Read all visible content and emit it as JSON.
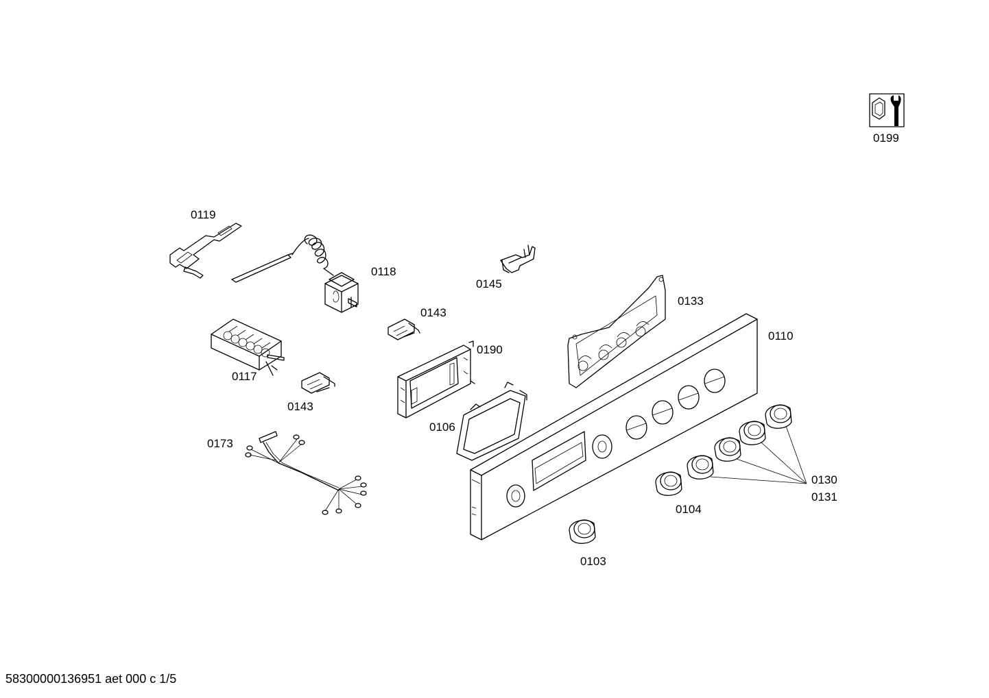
{
  "labels": {
    "p0199": "0199",
    "p0119": "0119",
    "p0118": "0118",
    "p0145": "0145",
    "p0133": "0133",
    "p0143a": "0143",
    "p0110": "0110",
    "p0190": "0190",
    "p0117": "0117",
    "p0143b": "0143",
    "p0106": "0106",
    "p0173": "0173",
    "p0130": "0130",
    "p0131": "0131",
    "p0104": "0104",
    "p0103": "0103"
  },
  "footer": "58300000136951 aet 000 c 1/5",
  "icons": {
    "service_tool": "wrench-and-nut-icon"
  }
}
